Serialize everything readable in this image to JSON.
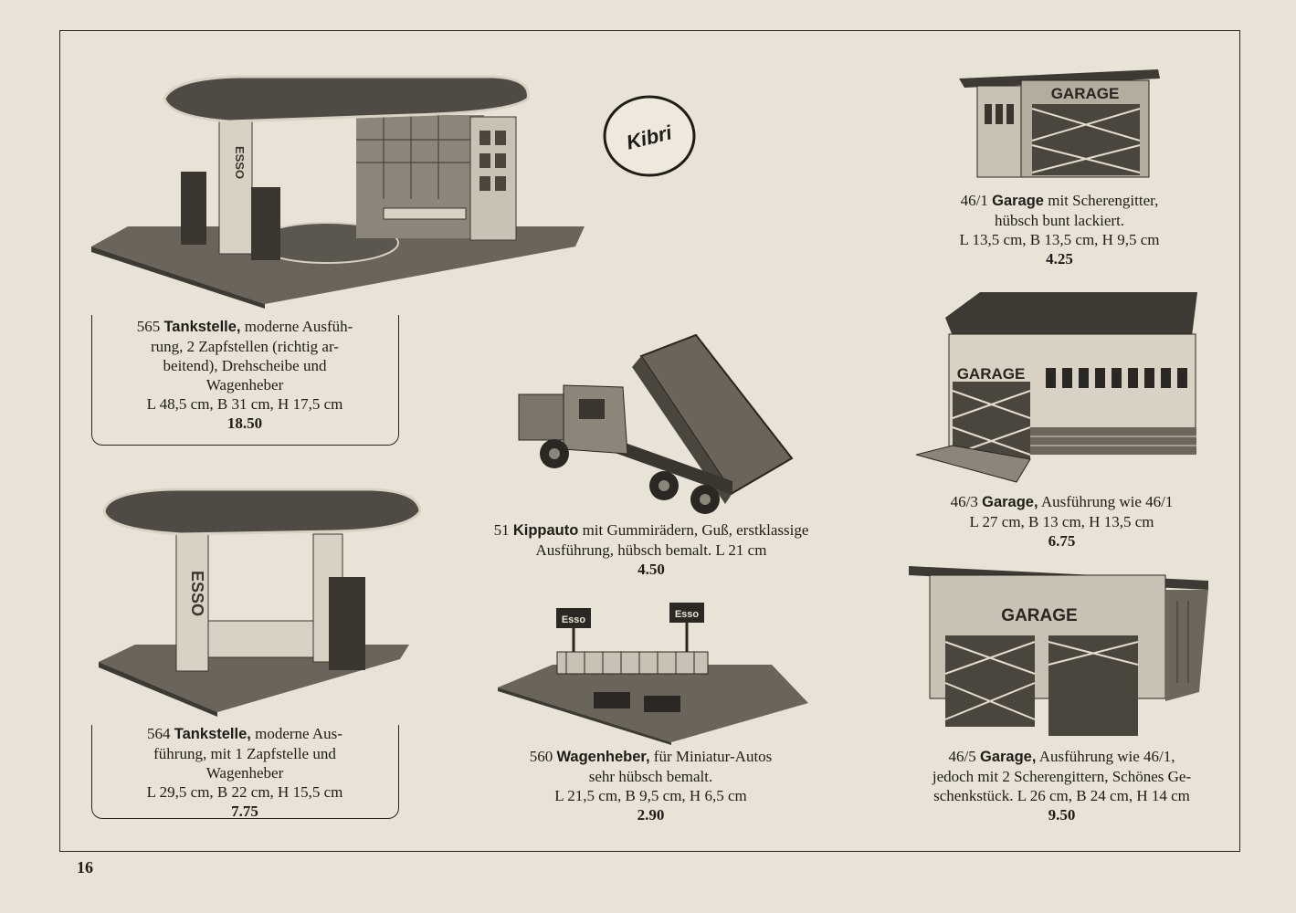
{
  "page_number": "16",
  "logo": {
    "text": "Kibri"
  },
  "products": [
    {
      "number": "565",
      "name": "Tankstelle,",
      "lines": [
        "moderne Ausfüh-",
        "rung, 2 Zapfstellen (richtig ar-",
        "beitend), Drehscheibe und",
        "Wagenheber",
        "L 48,5 cm, B 31 cm, H 17,5 cm"
      ],
      "price": "18.50",
      "sign": "ESSO"
    },
    {
      "number": "564",
      "name": "Tankstelle,",
      "lines": [
        "moderne Aus-",
        "führung, mit 1 Zapfstelle und",
        "Wagenheber",
        "L 29,5 cm, B 22 cm, H 15,5 cm"
      ],
      "price": "7.75",
      "sign": "ESSO"
    },
    {
      "number": "51",
      "name": "Kippauto",
      "lines": [
        "mit Gummirädern, Guß, erstklassige",
        "Ausführung, hübsch bemalt. L 21 cm"
      ],
      "price": "4.50"
    },
    {
      "number": "560",
      "name": "Wagenheber,",
      "lines": [
        "für Miniatur-Autos",
        "sehr hübsch bemalt.",
        "L 21,5 cm, B 9,5 cm, H 6,5 cm"
      ],
      "price": "2.90",
      "sign": "Esso"
    },
    {
      "number": "46/1",
      "name": "Garage",
      "lines": [
        "mit Scherengitter,",
        "hübsch bunt lackiert.",
        "L 13,5 cm, B 13,5 cm, H 9,5 cm"
      ],
      "price": "4.25",
      "sign": "GARAGE"
    },
    {
      "number": "46/3",
      "name": "Garage,",
      "lines": [
        "Ausführung wie 46/1",
        "L 27 cm, B 13 cm, H 13,5 cm"
      ],
      "price": "6.75",
      "sign": "GARAGE"
    },
    {
      "number": "46/5",
      "name": "Garage,",
      "lines": [
        "Ausführung wie 46/1,",
        "jedoch mit 2 Scherengittern, Schönes Ge-",
        "schenkstück. L 26 cm, B 24 cm, H 14 cm"
      ],
      "price": "9.50",
      "sign": "GARAGE"
    }
  ]
}
